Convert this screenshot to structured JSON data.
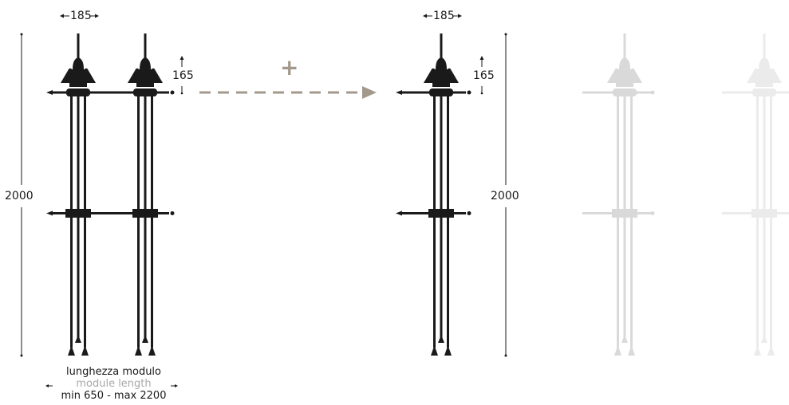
{
  "dimensions": {
    "unit_width_top": "185",
    "unit_width_right": "185",
    "head_height_left": "165",
    "head_height_right": "165",
    "height_left": "2000",
    "height_right": "2000"
  },
  "plus_sign": "+",
  "module": {
    "label_it": "lunghezza modulo",
    "label_en": "module length",
    "range": "min 650 - max 2200"
  },
  "colors": {
    "fixture": "#1a1a1a",
    "ghost_1": "#d9d9d9",
    "ghost_2": "#ebebeb",
    "arrow": "#a3998a",
    "dim_line": "#1a1a1a",
    "secondary_text": "#a9a9a9"
  }
}
